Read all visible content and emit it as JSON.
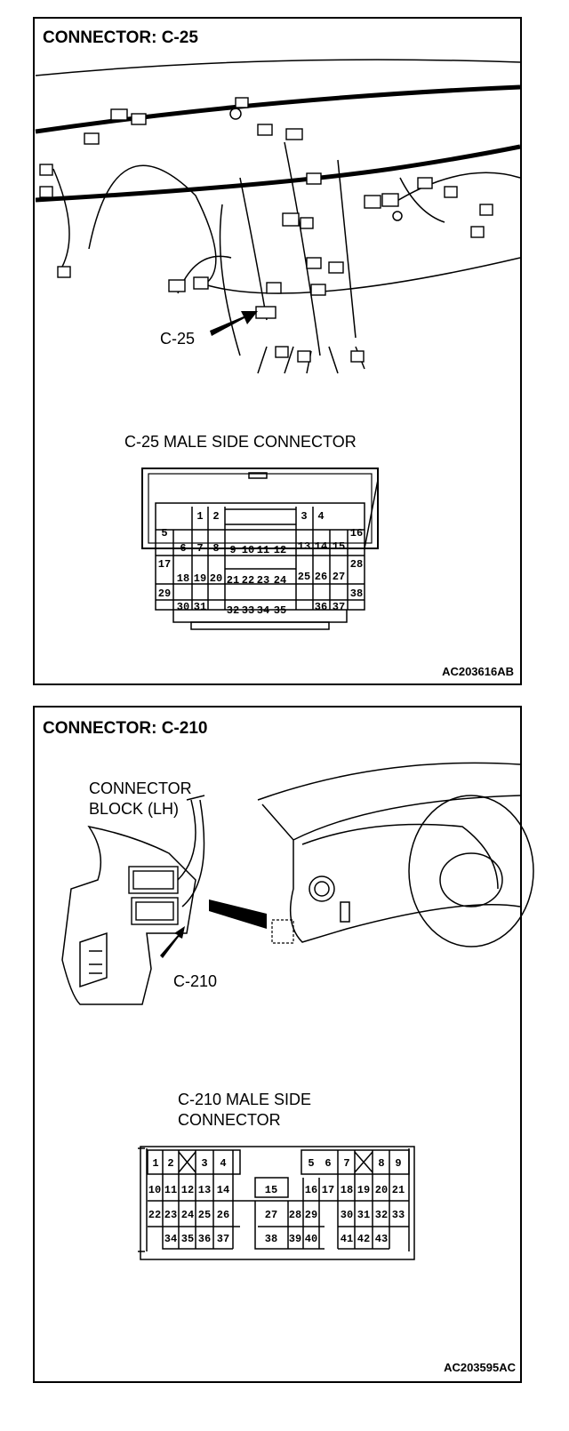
{
  "panel1": {
    "title": "CONNECTOR: C-25",
    "callout": "C-25",
    "connector_title": "C-25 MALE SIDE CONNECTOR",
    "code": "AC203616AB",
    "pins": [
      "1",
      "2",
      "3",
      "4",
      "5",
      "6",
      "7",
      "8",
      "9",
      "10",
      "11",
      "12",
      "13",
      "14",
      "15",
      "16",
      "17",
      "18",
      "19",
      "20",
      "21",
      "22",
      "23",
      "24",
      "25",
      "26",
      "27",
      "28",
      "29",
      "30",
      "31",
      "32",
      "33",
      "34",
      "35",
      "36",
      "37",
      "38"
    ]
  },
  "panel2": {
    "title": "CONNECTOR: C-210",
    "block_label_line1": "CONNECTOR",
    "block_label_line2": "BLOCK (LH)",
    "callout": "C-210",
    "connector_title_line1": "C-210 MALE SIDE",
    "connector_title_line2": "CONNECTOR",
    "code": "AC203595AC",
    "pins": [
      "1",
      "2",
      "3",
      "4",
      "5",
      "6",
      "7",
      "8",
      "9",
      "10",
      "11",
      "12",
      "13",
      "14",
      "15",
      "16",
      "17",
      "18",
      "19",
      "20",
      "21",
      "22",
      "23",
      "24",
      "25",
      "26",
      "27",
      "28",
      "29",
      "30",
      "31",
      "32",
      "33",
      "34",
      "35",
      "36",
      "37",
      "38",
      "39",
      "40",
      "41",
      "42",
      "43"
    ]
  }
}
